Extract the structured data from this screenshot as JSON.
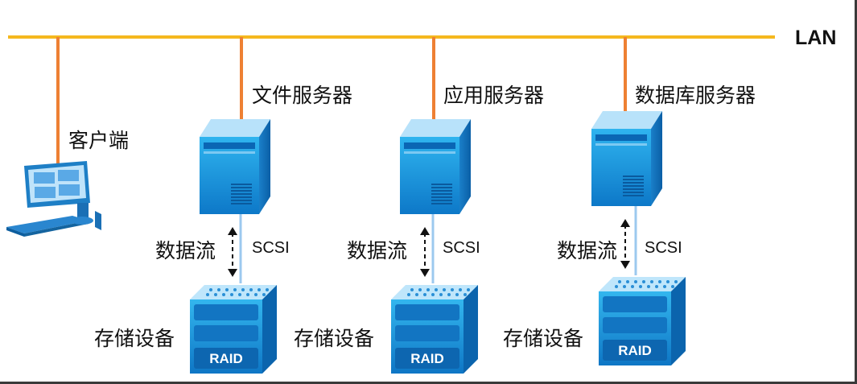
{
  "network": {
    "lan_label": "LAN",
    "lan_color": "#f5b81e",
    "drop_color": "#ee8033",
    "scsi_link_color": "#9cc9ef"
  },
  "client": {
    "label": "客户端"
  },
  "servers": [
    {
      "label": "文件服务器",
      "flow_label": "数据流",
      "link_label": "SCSI",
      "storage_label": "存储设备",
      "raid_label": "RAID"
    },
    {
      "label": "应用服务器",
      "flow_label": "数据流",
      "link_label": "SCSI",
      "storage_label": "存储设备",
      "raid_label": "RAID"
    },
    {
      "label": "数据库服务器",
      "flow_label": "数据流",
      "link_label": "SCSI",
      "storage_label": "存储设备",
      "raid_label": "RAID"
    }
  ]
}
